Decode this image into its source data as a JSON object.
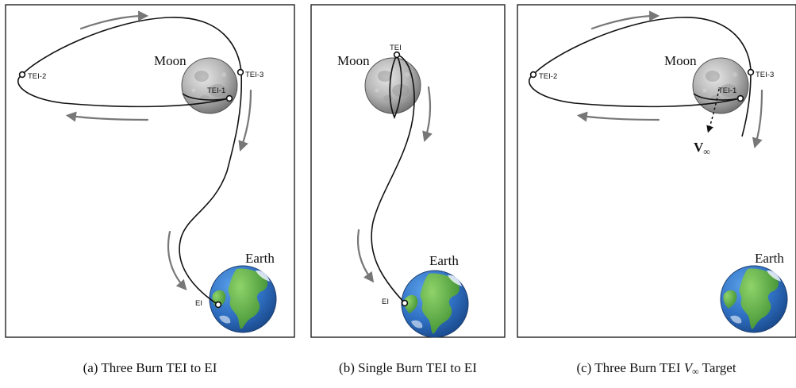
{
  "panels": [
    {
      "caption": "(a)  Three Burn TEI to EI",
      "moon_label": "Moon",
      "earth_label": "Earth",
      "points": [
        "TEI-1",
        "TEI-2",
        "TEI-3",
        "EI"
      ]
    },
    {
      "caption": "(b)  Single Burn TEI to EI",
      "moon_label": "Moon",
      "earth_label": "Earth",
      "points": [
        "TEI",
        "EI"
      ]
    },
    {
      "caption_prefix": "(c)  Three Burn TEI ",
      "caption_math": "V",
      "caption_sub": "∞",
      "caption_suffix": " Target",
      "moon_label": "Moon",
      "earth_label": "Earth",
      "points": [
        "TEI-1",
        "TEI-2",
        "TEI-3"
      ],
      "vinf_symbol": "V",
      "vinf_sub": "∞"
    }
  ],
  "colors": {
    "trajectory": "#111111",
    "direction_arrow": "#777777",
    "moon_gray": "#9a9a9a",
    "ocean_blue": "#2f6fc2",
    "land_green": "#5fb84a"
  },
  "icons": [
    "moon-icon",
    "earth-icon"
  ]
}
